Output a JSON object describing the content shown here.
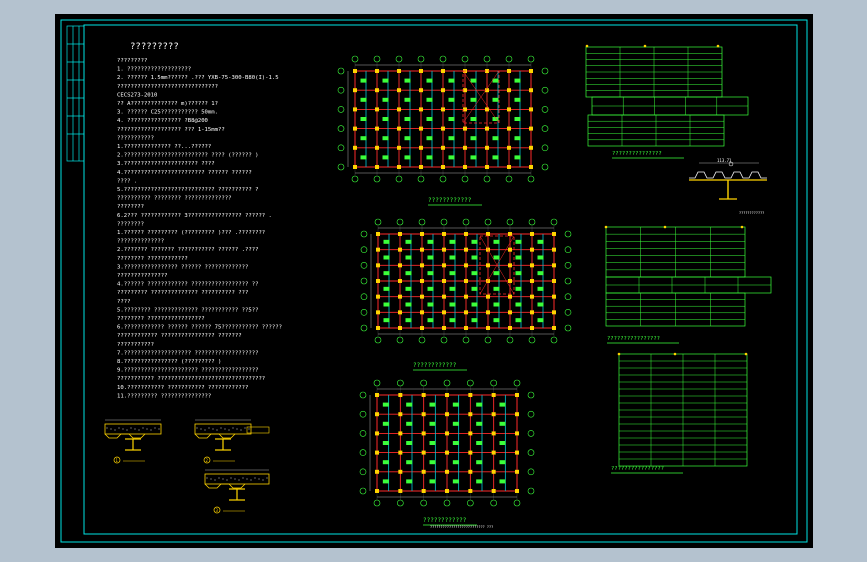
{
  "sheet": {
    "notes_title": "?????????",
    "notes": [
      "?????????",
      "1. ???????????????????",
      "2. ??????   1.5mm??????  .???  YXB-75-300-B80(I)-1.5",
      "   ??????????????????????????????",
      "                                            CECS273-2010",
      "   ?? A??????????????        m)??????   1?",
      "3. ??????  C25???????????     50mm.",
      "4. ????????????????         ?B8@200",
      "   ???????????????????      ??? 1-15mm??",
      "???????????",
      "1.??????????????        ??...??????",
      "2.?????????????????????????   ????  (??????   )",
      "3.??????????????????????         ????",
      "4.????????????????????????         ??????   ??????",
      "   ????  .",
      "5.???????????????????????????         ??????????      ?",
      "   ??????????      ????????     ??????????????",
      "   ????????",
      "6.2??? ????????????       3????????????????        ??????  .",
      "   ????????",
      "1.??????    ?????????    (?????????      )???  .????????",
      "   ??????????????",
      "2.???????    ???????      ???????????        ??????  .????",
      "   ????????   ????????????",
      "3.????????????????          ??????   ?????????????",
      "   ???????????????",
      "4.??????    ????????????        ?????????????????         ??",
      "   ?????????   ??????????????         ??????????       ???",
      "   ????",
      "5.????????    ?????????????        ???????????      ??5??",
      "   ????????    ?????????????????",
      "6.????????????    ??????    ??????  75???????????        ??????",
      "   ????????????    ????????????????       ???????",
      "   ???????????",
      "7.????????????????????          ???????????????????",
      "8.????????????????         (?????????     )",
      "9.??????????????????????        ?????????????????",
      "   ???????????     ????????????????????????????????",
      "10.???????????       ???????????    ????????????",
      "11.?????????     ???????????????"
    ],
    "detail_labels": [
      "1",
      "2",
      "3"
    ],
    "plan_titles": [
      "????????????",
      "????????????",
      "????????????"
    ],
    "plan_footnote": "??????????????????????????  ???",
    "right_titles": [
      "???????????????",
      "????????????????",
      "????????????????"
    ],
    "deck_section_note": "????????????",
    "deck_section_dim": "113.71"
  },
  "colors": {
    "background": "#b4c2cf",
    "sheet": "#000000",
    "frame": "#00e5e5",
    "text": "#ffffff",
    "beam_red": "#ff2a2a",
    "col_yellow": "#ffd400",
    "green": "#3bff3b",
    "dim": "#d8d8d8"
  }
}
